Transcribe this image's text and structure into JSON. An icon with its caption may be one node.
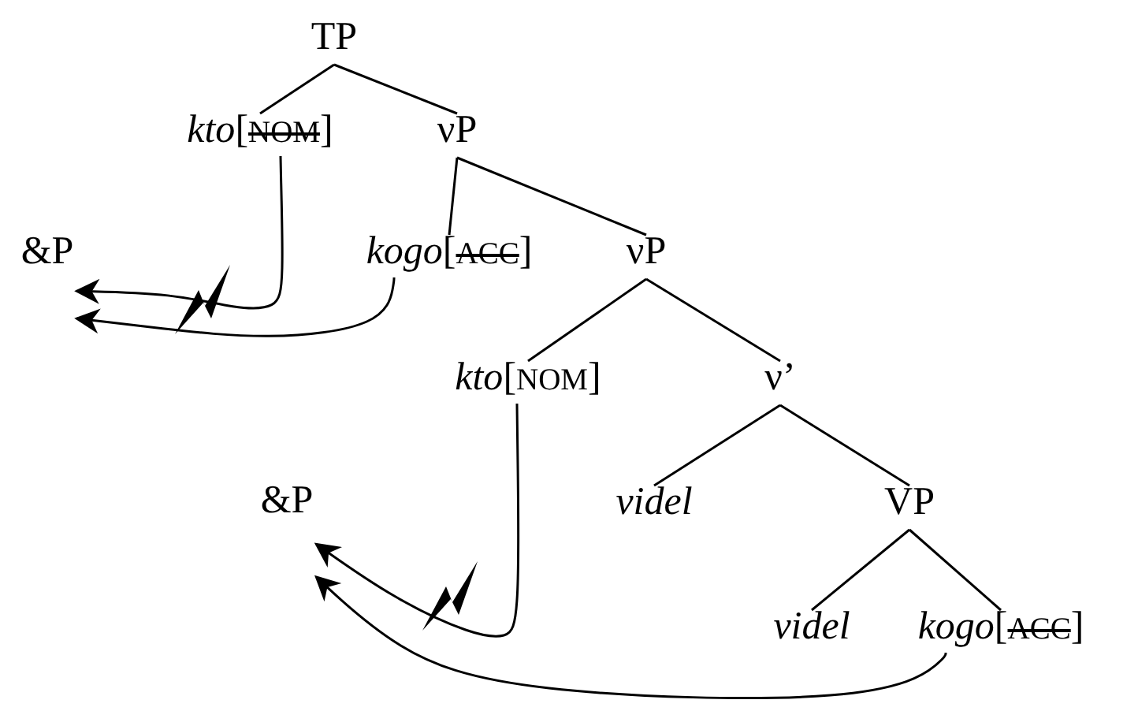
{
  "diagram": {
    "nodes": [
      {
        "text": [
          "TP"
        ]
      },
      {
        "text": [
          "*kto*[NOM]"
        ]
      },
      {
        "text": [
          "νP"
        ]
      },
      {
        "text": [
          "*kogo*[ACC]"
        ]
      },
      {
        "text": [
          "νP"
        ]
      },
      {
        "text": [
          "*kto*[NOM]"
        ]
      },
      {
        "text": [
          "ν’"
        ]
      },
      {
        "text": [
          "videl"
        ]
      },
      {
        "text": [
          "VP"
        ]
      },
      {
        "text": [
          "videl"
        ]
      },
      {
        "text": [
          "*kogo*[ACC]"
        ]
      },
      {
        "text": [
          "&P"
        ]
      },
      {
        "text": [
          "&P"
        ]
      }
    ],
    "edges": [
      {
        "from": 0,
        "to": 1,
        "arrow": "none"
      },
      {
        "from": 0,
        "to": 2,
        "arrow": "none"
      },
      {
        "from": 2,
        "to": 3,
        "arrow": "none"
      },
      {
        "from": 2,
        "to": 4,
        "arrow": "none"
      },
      {
        "from": 4,
        "to": 5,
        "arrow": "none"
      },
      {
        "from": 4,
        "to": 6,
        "arrow": "none"
      },
      {
        "from": 6,
        "to": 7,
        "arrow": "none"
      },
      {
        "from": 6,
        "to": 8,
        "arrow": "none"
      },
      {
        "from": 8,
        "to": 9,
        "arrow": "none"
      },
      {
        "from": 8,
        "to": 10,
        "arrow": "none"
      },
      {
        "from": 1,
        "to": 11,
        "arrow": "to"
      },
      {
        "from": 3,
        "to": 11,
        "arrow": "to"
      },
      {
        "from": 5,
        "to": 12,
        "arrow": "to"
      },
      {
        "from": 10,
        "to": 12,
        "arrow": "to"
      }
    ]
  }
}
